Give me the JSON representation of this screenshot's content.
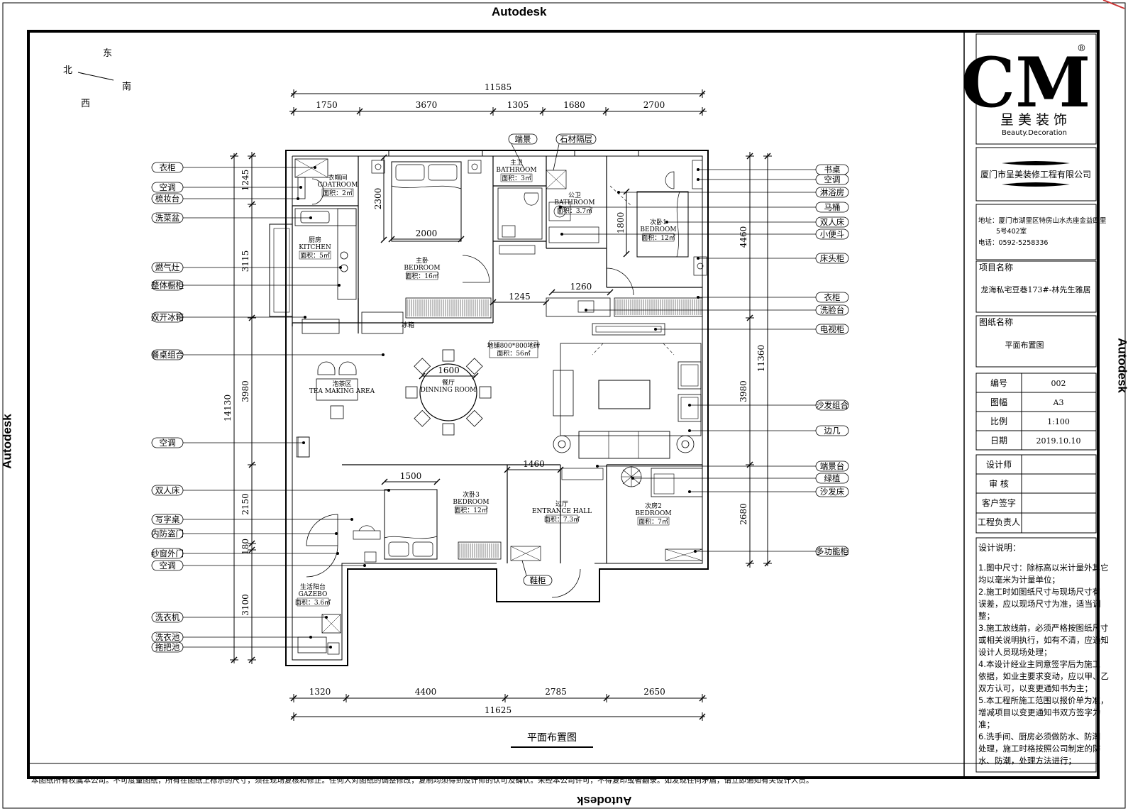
{
  "watermark": "Autodesk",
  "compass": {
    "north": "北",
    "east": "东",
    "south": "南",
    "west": "西"
  },
  "dimensions": {
    "top_total": "11585",
    "top": [
      "1750",
      "3670",
      "1305",
      "1680",
      "2700"
    ],
    "bottom": [
      "1320",
      "4400",
      "2785",
      "2650"
    ],
    "bottom_total": "11625",
    "left_outer": "14130",
    "left": [
      "1245",
      "3115",
      "3980",
      "2150",
      "180",
      "3100"
    ],
    "right_outer": "11360",
    "right": [
      "4460",
      "3980",
      "2680"
    ],
    "interior": [
      "2300",
      "2000",
      "1800",
      "1260",
      "1245",
      "1600",
      "1500",
      "1460"
    ]
  },
  "rooms": [
    {
      "cn": "衣帽间",
      "en": "COATROOM",
      "area": "面积：2㎡"
    },
    {
      "cn": "主卧",
      "en": "BEDROOM",
      "area": "面积：16㎡"
    },
    {
      "cn": "主卫",
      "en": "BATHROOM",
      "area": "面积：3㎡"
    },
    {
      "cn": "公卫",
      "en": "BATHROOM",
      "area": "面积：3.7㎡"
    },
    {
      "cn": "次卧1",
      "en": "BEDROOM",
      "area": "面积：12㎡"
    },
    {
      "cn": "厨房",
      "en": "KITCHEN",
      "area": "面积：5㎡"
    },
    {
      "cn": "泡茶区",
      "en": "TEA MAKING AREA",
      "area": ""
    },
    {
      "cn": "餐厅",
      "en": "DINNING ROOM",
      "area": ""
    },
    {
      "cn": "次卧3",
      "en": "BEDROOM",
      "area": "面积：12㎡"
    },
    {
      "cn": "过厅",
      "en": "ENTRANCE HALL",
      "area": "面积：7.3㎡"
    },
    {
      "cn": "次房2",
      "en": "BEDROOM",
      "area": "面积：7㎡"
    },
    {
      "cn": "生活阳台",
      "en": "GAZEBO",
      "area": "面积：3.6㎡"
    }
  ],
  "floor_note": {
    "tile": "地铺800*800地砖",
    "area": "面积：56㎡"
  },
  "plan_labels": {
    "fridge_tag": "冰箱"
  },
  "left_labels": [
    "衣柜",
    "空调",
    "梳妆台",
    "洗菜盆",
    "燃气灶",
    "整体橱柜",
    "双开冰箱",
    "餐桌组合",
    "空调",
    "双人床",
    "写字桌",
    "内防盗门",
    "纱窗外门",
    "空调",
    "洗衣机",
    "洗衣池",
    "拖把池"
  ],
  "right_labels": [
    "书桌",
    "空调",
    "淋浴房",
    "马桶",
    "双人床",
    "小便斗",
    "床头柜",
    "衣柜",
    "洗脸台",
    "电视柜",
    "沙发组合",
    "边几",
    "端景台",
    "绿植",
    "沙发床",
    "多功能柜"
  ],
  "top_callouts": [
    "端景",
    "石材隔层"
  ],
  "bottom_callouts": [
    "鞋柜"
  ],
  "plan_title": "平面布置图",
  "company": {
    "logo": "CM",
    "registered": "®",
    "brand_cn": "呈美装饰",
    "brand_en": "Beauty.Decoration",
    "name": "厦门市呈美装修工程有限公司",
    "address_line1": "地址：厦门市湖里区特房山水杰座金益四里",
    "address_line2": "5号402室",
    "phone": "电话：0592-5258336"
  },
  "project": {
    "label": "项目名称",
    "value": "龙海私宅豆巷173#-林先生雅居"
  },
  "drawing": {
    "label": "图纸名称",
    "value": "平面布置图"
  },
  "info_rows": [
    {
      "label": "编号",
      "value": "002"
    },
    {
      "label": "图幅",
      "value": "A3"
    },
    {
      "label": "比例",
      "value": "1:100"
    },
    {
      "label": "日期",
      "value": "2019.10.10"
    }
  ],
  "sign_rows": [
    "设计师",
    "审 核",
    "客户签字",
    "工程负责人"
  ],
  "notes": {
    "title": "设计说明：",
    "lines": [
      "1.图中尺寸：除标高以米计量外其它",
      "均以毫米为计量单位；",
      "2.施工时如图纸尺寸与现场尺寸有",
      "误差，应以现场尺寸为准，适当调",
      "整；",
      "3.施工放线前，必须严格按图纸尺寸",
      "或相关说明执行，如有不清，应通知",
      "设计人员现场处理；",
      "4.本设计经业主同意签字后为施工",
      "依据，如业主要求变动，应以甲、乙",
      "双方认可，以变更通知书为主；",
      "5.本工程所施工范围以报价单为准，",
      "增减项目以变更通知书双方签字为",
      "准；",
      "6.洗手间、厨房必须做防水、防潮",
      "处理，施工时格按照公司制定的防",
      "水、防潮，处理方法进行；"
    ]
  },
  "footer": "本图纸所有权属本公司。不可度量图纸，所有在图纸上标示的尺寸，须在现场复核和修正。任何人对图纸的调整修改，复制均须得到设计师的认可及确认。未经本公司许可，不得复印或者翻录。如发现任何矛盾，请立即通知有关设计人员。"
}
